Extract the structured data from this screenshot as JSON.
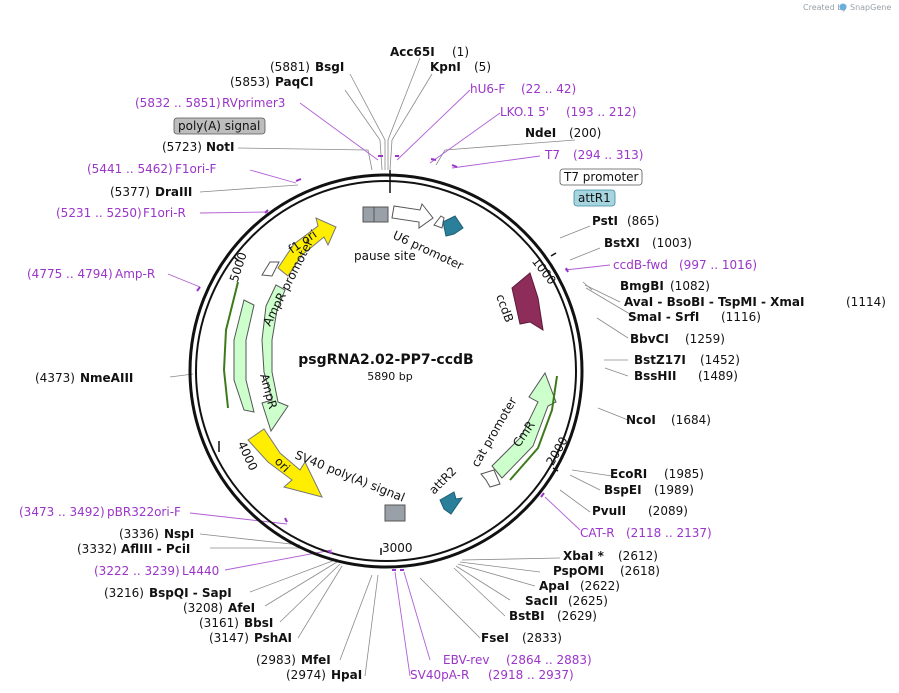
{
  "credit": {
    "text": "Created by",
    "brand": "SnapGene"
  },
  "plasmid": {
    "name": "psgRNA2.02-PP7-ccdB",
    "size": "5890 bp"
  },
  "ticks": [
    "1000",
    "2000",
    "3000",
    "4000",
    "5000"
  ],
  "features": {
    "u6_promoter": "U6 promoter",
    "pause_site": "pause site",
    "ampr_promoter": "AmpR promoter",
    "f1_ori": "f1 ori",
    "ampr": "AmpR",
    "ori": "ori",
    "sv40": "SV40 poly(A) signal",
    "ccdb": "ccdB",
    "cat_promoter": "cat promoter",
    "cmr": "CmR",
    "attr2": "attR2"
  },
  "boxed": {
    "polya": "poly(A) signal",
    "t7promoter": "T7 promoter",
    "attr1": "attR1"
  },
  "right_sites": [
    {
      "pos": "(1)",
      "name": "Acc65I"
    },
    {
      "pos": "(5)",
      "name": "KpnI"
    },
    {
      "pos": "(200)",
      "name": "NdeI"
    },
    {
      "pos": "(865)",
      "name": "PstI"
    },
    {
      "pos": "(1003)",
      "name": "BstXI"
    },
    {
      "pos": "(1082)",
      "name": "BmgBI"
    },
    {
      "pos": "(1114)",
      "name": "AvaI - BsoBI - TspMI - XmaI"
    },
    {
      "pos": "(1116)",
      "name": "SmaI - SrfI"
    },
    {
      "pos": "(1259)",
      "name": "BbvCI"
    },
    {
      "pos": "(1452)",
      "name": "BstZ17I"
    },
    {
      "pos": "(1489)",
      "name": "BssHII"
    },
    {
      "pos": "(1684)",
      "name": "NcoI"
    },
    {
      "pos": "(1985)",
      "name": "EcoRI"
    },
    {
      "pos": "(1989)",
      "name": "BspEI"
    },
    {
      "pos": "(2089)",
      "name": "PvuII"
    },
    {
      "pos": "(2612)",
      "name": "XbaI *"
    },
    {
      "pos": "(2618)",
      "name": "PspOMI"
    },
    {
      "pos": "(2622)",
      "name": "ApaI"
    },
    {
      "pos": "(2625)",
      "name": "SacII"
    },
    {
      "pos": "(2629)",
      "name": "BstBI"
    },
    {
      "pos": "(2833)",
      "name": "FseI"
    }
  ],
  "left_sites": [
    {
      "pos": "(5881)",
      "name": "BsgI"
    },
    {
      "pos": "(5853)",
      "name": "PaqCI"
    },
    {
      "pos": "(5723)",
      "name": "NotI"
    },
    {
      "pos": "(5377)",
      "name": "DraIII"
    },
    {
      "pos": "(4373)",
      "name": "NmeAIII"
    },
    {
      "pos": "(3336)",
      "name": "NspI"
    },
    {
      "pos": "(3332)",
      "name": "AflIII - PciI"
    },
    {
      "pos": "(3216)",
      "name": "BspQI - SapI"
    },
    {
      "pos": "(3208)",
      "name": "AfeI"
    },
    {
      "pos": "(3161)",
      "name": "BbsI"
    },
    {
      "pos": "(3147)",
      "name": "PshAI"
    },
    {
      "pos": "(2983)",
      "name": "MfeI"
    },
    {
      "pos": "(2974)",
      "name": "HpaI"
    }
  ],
  "primers": [
    {
      "name": "hU6-F",
      "range": "(22 .. 42)"
    },
    {
      "name": "LKO.1 5'",
      "range": "(193 .. 212)"
    },
    {
      "name": "T7",
      "range": "(294 .. 313)"
    },
    {
      "name": "ccdB-fwd",
      "range": "(997 .. 1016)"
    },
    {
      "name": "CAT-R",
      "range": "(2118 .. 2137)"
    },
    {
      "name": "EBV-rev",
      "range": "(2864 .. 2883)"
    },
    {
      "name": "SV40pA-R",
      "range": "(2918 .. 2937)"
    },
    {
      "name": "RVprimer3",
      "range": "(5832 .. 5851)"
    },
    {
      "name": "F1ori-F",
      "range": "(5441 .. 5462)"
    },
    {
      "name": "F1ori-R",
      "range": "(5231 .. 5250)"
    },
    {
      "name": "Amp-R",
      "range": "(4775 .. 4794)"
    },
    {
      "name": "pBR322ori-F",
      "range": "(3473 .. 3492)"
    },
    {
      "name": "L4440",
      "range": "(3222 .. 3239)"
    }
  ],
  "colors": {
    "backbone": "#111111",
    "primer": "#9b35c9",
    "promoter": "#ffffff",
    "ori": "#ffee00",
    "gene": "#ccffcc",
    "ccdb": "#8e2c5a",
    "teal": "#2a7f9a",
    "terminator": "#9aa0a8"
  }
}
